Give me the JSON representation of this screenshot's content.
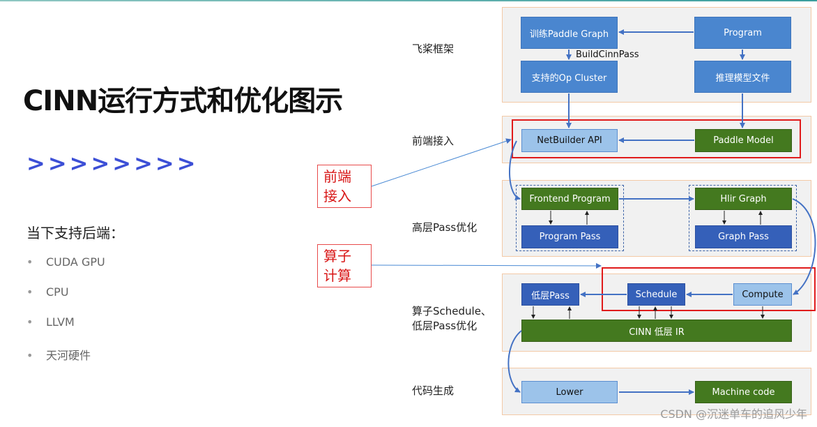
{
  "slide": {
    "title": "CINN运行方式和优化图示",
    "chevrons": ">>>>>>>>",
    "backends_title": "当下支持后端：",
    "backends": [
      "CUDA GPU",
      "CPU",
      "LLVM",
      "天河硬件"
    ],
    "bullet_glyph": "•"
  },
  "diagram": {
    "stage_labels": {
      "framework": "飞桨框架",
      "frontend": "前端接入",
      "highlevel": "高层Pass优化",
      "operator_line1": "算子Schedule、",
      "operator_line2": "低层Pass优化",
      "codegen": "代码生成"
    },
    "nodes": {
      "train_graph": "训练Paddle Graph",
      "program": "Program",
      "op_cluster": "支持的Op Cluster",
      "inference_file": "推理模型文件",
      "build_pass": "BuildCinnPass",
      "netbuilder": "NetBuilder API",
      "paddle_model": "Paddle Model",
      "frontend_program": "Frontend Program",
      "program_pass": "Program Pass",
      "hlir_graph": "Hlir Graph",
      "graph_pass": "Graph Pass",
      "low_pass": "低层Pass",
      "schedule": "Schedule",
      "compute": "Compute",
      "cinn_ir": "CINN 低层 IR",
      "lower": "Lower",
      "machine_code": "Machine code"
    },
    "callouts": {
      "frontend_line1": "前端",
      "frontend_line2": "接入",
      "operator_line1": "算子",
      "operator_line2": "计算"
    },
    "colors": {
      "panel_bg": "#f1f1f1",
      "panel_border": "#f3c9a6",
      "node_blue": "#4a86cf",
      "node_light_blue": "#9cc3ea",
      "node_dark_blue": "#3560b9",
      "node_green": "#44791f",
      "arrow": "#4472c4",
      "highlight_red": "#e01b1b"
    }
  },
  "watermark": "CSDN @沉迷单车的追风少年"
}
